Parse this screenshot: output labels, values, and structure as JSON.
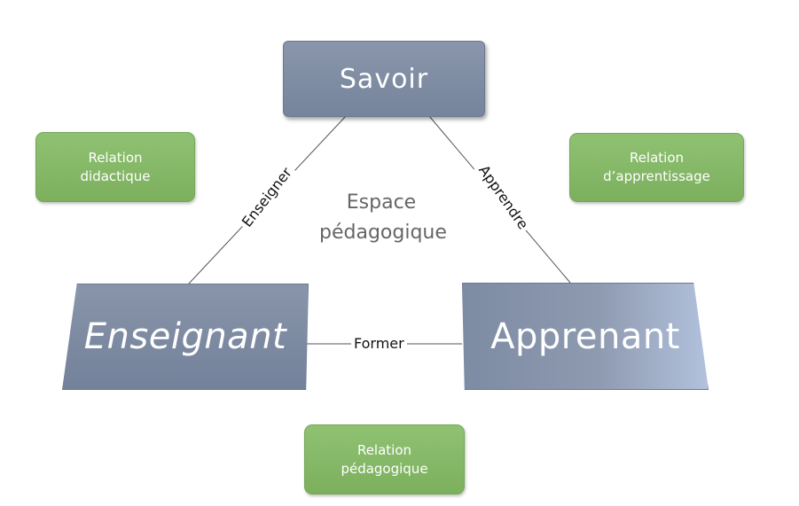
{
  "nodes": {
    "savoir": "Savoir",
    "enseignant": "Enseignant",
    "apprenant": "Apprenant"
  },
  "relations": {
    "didactique": [
      "Relation",
      "didactique"
    ],
    "apprentissage": [
      "Relation",
      "d’apprentissage"
    ],
    "pedagogique": [
      "Relation",
      "pédagogique"
    ]
  },
  "edges": {
    "enseigner": "Enseigner",
    "apprendre": "Apprendre",
    "former": "Former"
  },
  "center": [
    "Espace",
    "pédagogique"
  ],
  "colors": {
    "main_node": "#7d8aa1",
    "relation_node": "#85b866",
    "connector": "#555555",
    "center_text": "#666666"
  }
}
